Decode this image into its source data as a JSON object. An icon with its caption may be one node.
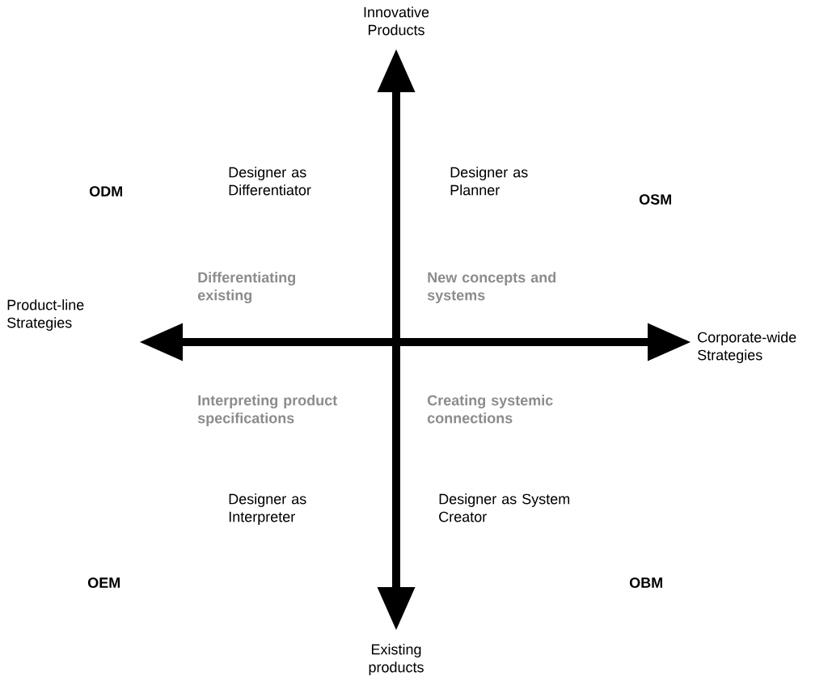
{
  "diagram": {
    "labels": [
      "Innovative Products",
      "Designer as Differentiator",
      "Designer as Planner",
      "ODM",
      "OSM",
      "Differentiating existing",
      "New concepts and systems",
      "Product-line Strategies",
      "Corporate-wide Strategies",
      "Interpreting product specifications",
      "Creating systemic connections",
      "Designer as Interpreter",
      "Designer as System Creator",
      "OEM",
      "OBM",
      "Existing products"
    ]
  }
}
